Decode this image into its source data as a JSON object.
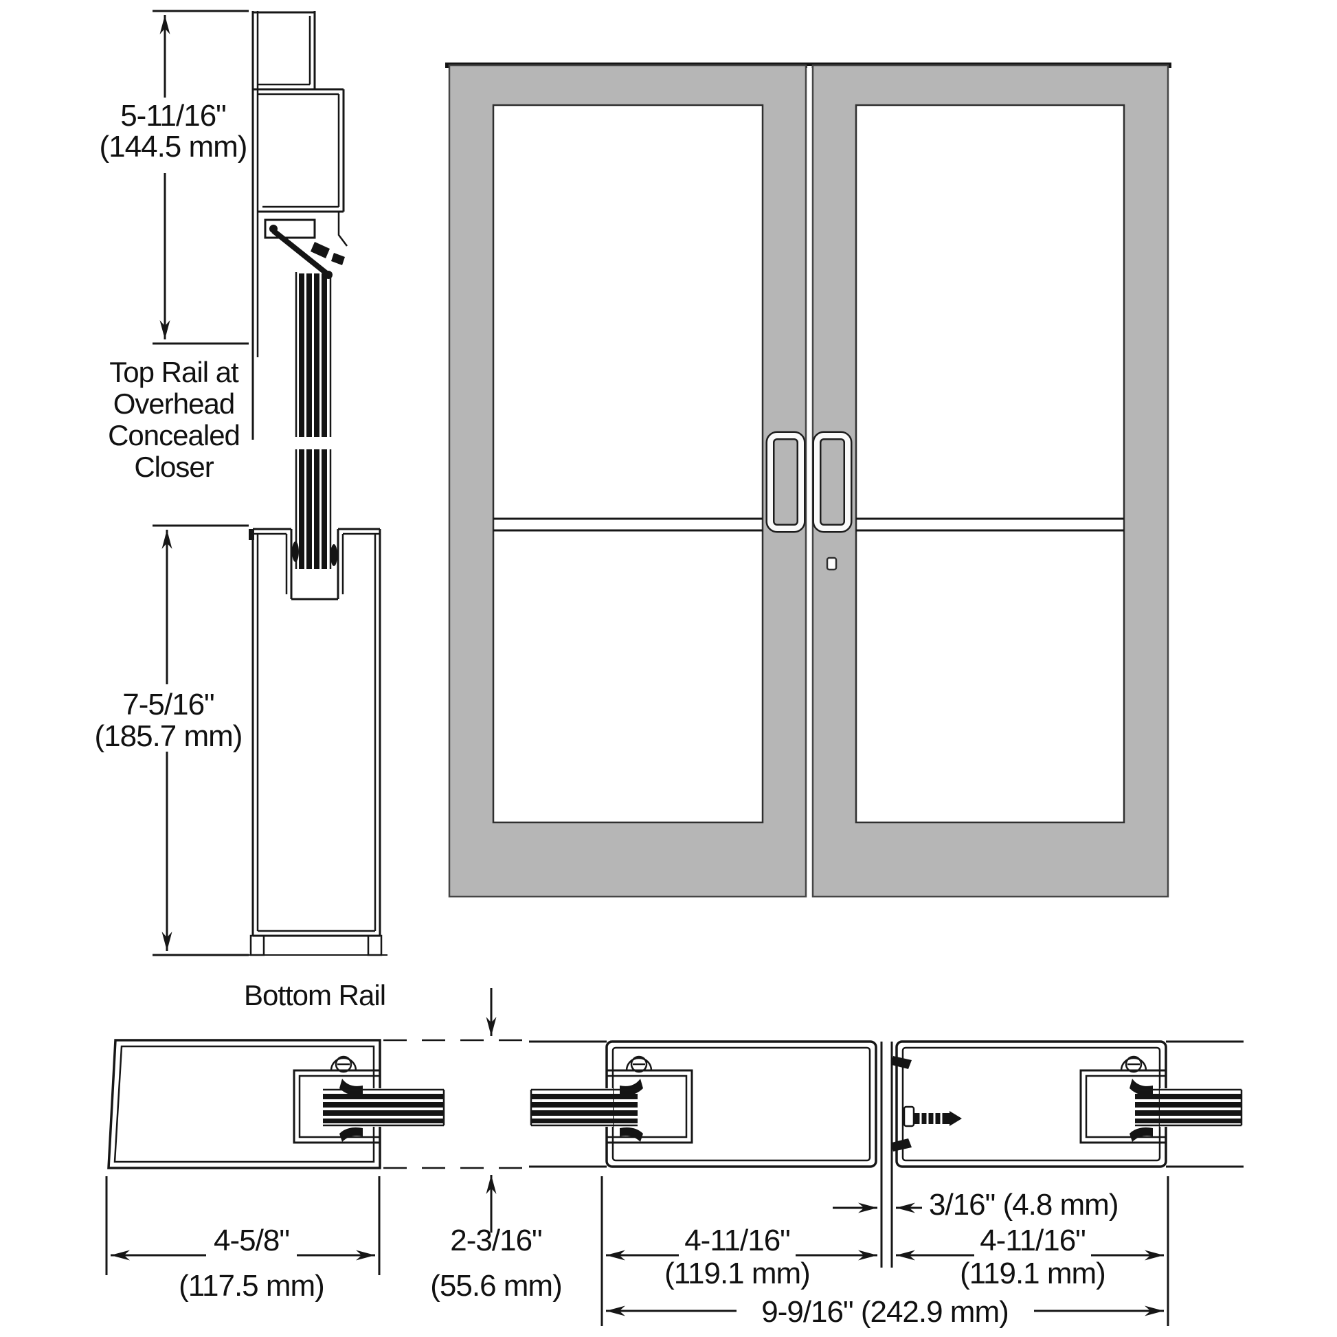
{
  "colors": {
    "line": "#161616",
    "door_gray": "#b6b6b6",
    "door_outline": "#454545",
    "glass_white": "#ffffff",
    "text": "#111111"
  },
  "labels": {
    "top_rail": [
      "Top Rail at",
      "Overhead",
      "Concealed",
      "Closer"
    ],
    "bottom_rail": "Bottom Rail"
  },
  "dims": {
    "top_rail": {
      "in": "5-11/16\"",
      "mm": "(144.5 mm)"
    },
    "bottom_rail": {
      "in": "7-5/16\"",
      "mm": "(185.7 mm)"
    },
    "hinge_stile": {
      "in": "4-5/8\"",
      "mm": "(117.5 mm)"
    },
    "door_thickness": {
      "in": "2-3/16\"",
      "mm": "(55.6 mm)"
    },
    "meeting_stile_left": {
      "in": "4-11/16\"",
      "mm": "(119.1 mm)"
    },
    "meeting_stile_right": {
      "in": "4-11/16\"",
      "mm": "(119.1 mm)"
    },
    "stile_gap": "3/16\" (4.8 mm)",
    "pair_overall": "9-9/16\" (242.9 mm)"
  }
}
